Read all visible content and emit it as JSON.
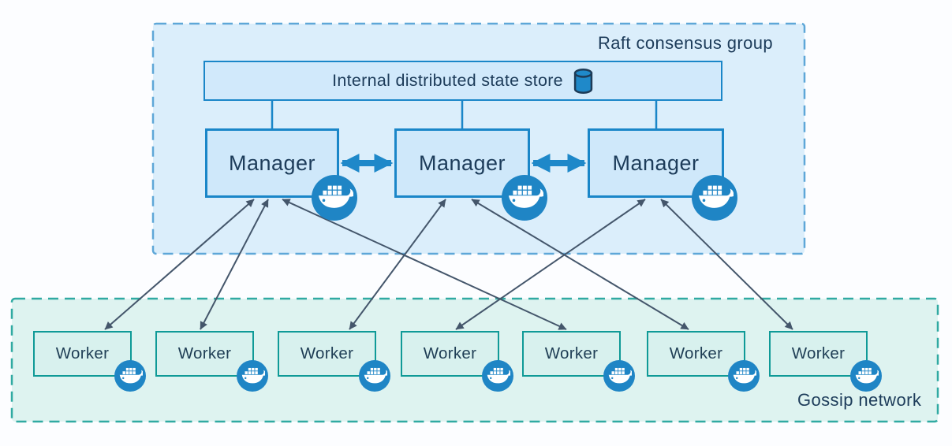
{
  "raft_group": {
    "label": "Raft consensus group",
    "state_store_label": "Internal distributed state store",
    "managers": [
      "Manager",
      "Manager",
      "Manager"
    ]
  },
  "gossip_network": {
    "label": "Gossip network",
    "workers": [
      "Worker",
      "Worker",
      "Worker",
      "Worker",
      "Worker",
      "Worker",
      "Worker"
    ]
  },
  "icons": {
    "state_store": "database-icon",
    "node_badge": "docker-whale-icon"
  },
  "colors": {
    "raft_fill": "#dbeefb",
    "raft_border": "#5ea7d8",
    "state_store_fill": "#d1e9fb",
    "manager_fill": "#cfe8fa",
    "blue_node_border": "#1a86c8",
    "gossip_fill": "#def3f0",
    "gossip_border": "#30aaa2",
    "worker_fill": "#d8f1ee",
    "worker_border": "#0f9a97",
    "docker_badge": "#1f85c5",
    "thick_arrow": "#1e88c9",
    "thin_arrow": "#44566b",
    "text": "#1d3c5a"
  },
  "connections": {
    "state_store_to_managers": [
      1,
      2,
      3
    ],
    "manager_to_manager_bidirectional": [
      [
        1,
        2
      ],
      [
        2,
        3
      ]
    ],
    "manager_to_worker_bidirectional": [
      [
        1,
        1
      ],
      [
        1,
        2
      ],
      [
        1,
        5
      ],
      [
        2,
        3
      ],
      [
        2,
        6
      ],
      [
        3,
        4
      ],
      [
        3,
        7
      ]
    ]
  }
}
